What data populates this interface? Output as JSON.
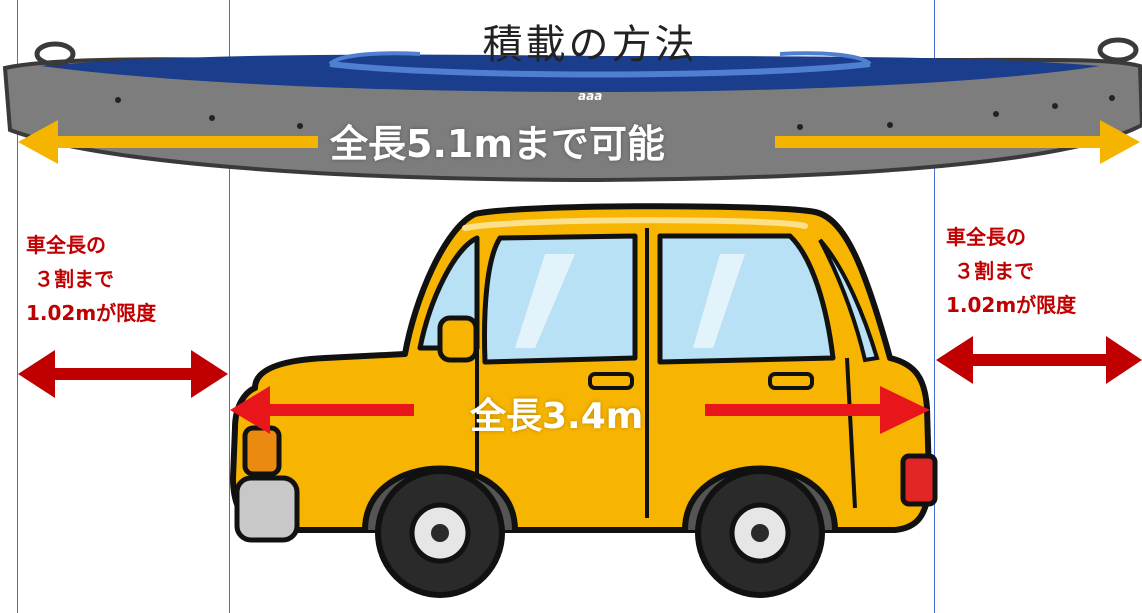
{
  "title": "積載の方法",
  "kayak": {
    "label": "全長5.1mまで可能",
    "brand": "aaa"
  },
  "car": {
    "label": "全長3.4m"
  },
  "overhang_left": {
    "line1": "車全長の",
    "line2": "３割まで",
    "line3": "1.02mが限度"
  },
  "overhang_right": {
    "line1": "車全長の",
    "line2": "３割まで",
    "line3": "1.02mが限度"
  },
  "colors": {
    "kayak_arrow": "#f5b400",
    "car_arrow": "#e8161a",
    "overhang_arrow": "#c00000",
    "car_body": "#f7b400",
    "kayak_hull": "#7d7d7d",
    "kayak_deck": "#1a3e8c",
    "guide_line": "#4a6fd8"
  }
}
